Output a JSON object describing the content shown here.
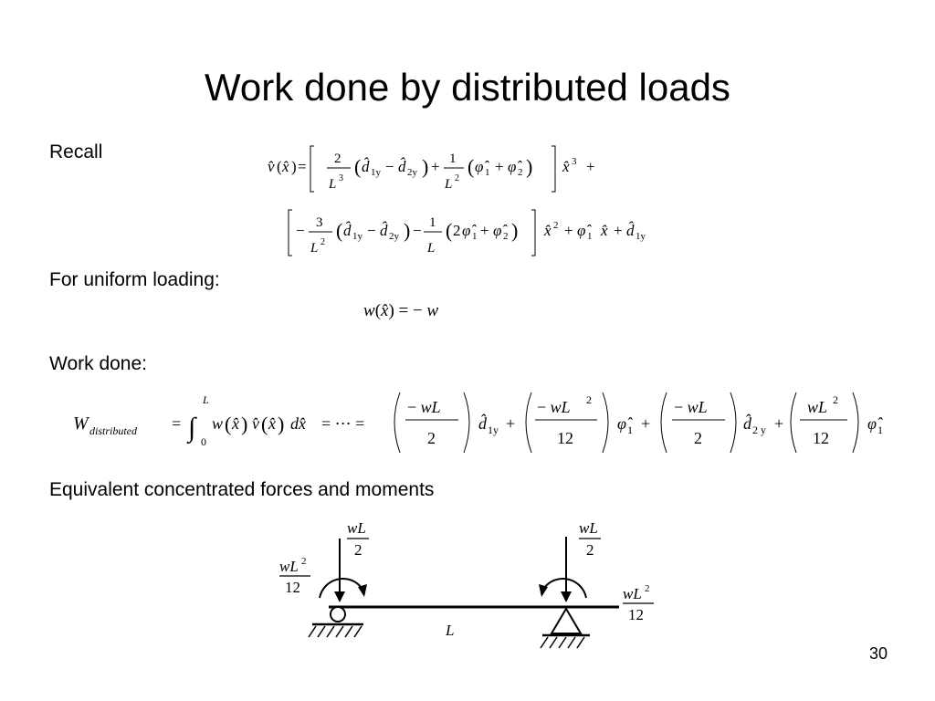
{
  "slide": {
    "title": "Work done by distributed loads",
    "page_number": "30"
  },
  "sections": {
    "recall_label": "Recall",
    "uniform_label": "For uniform loading:",
    "work_label": "Work done:",
    "equivalent_label": "Equivalent concentrated forces and moments"
  },
  "equations": {
    "displacement_line1": "v̂(x̂) = [ 2/L³ (d̂1y − d̂2y) + 1/L² (φ̂1 + φ̂2) ] x̂³ +",
    "displacement_line2": "[ −3/L² (d̂1y − d̂2y) − 1/L (2φ̂1 + φ̂2) ] x̂² + φ̂1 x̂ + d̂1y",
    "uniform_load": "w(x̂) = − w",
    "work_done": "W_distributed = ∫0^L w(x̂) v̂(x̂) dx̂ = ⋯ = (−wL/2) d̂1y + (−wL²/12) φ̂1 + (−wL/2) d̂2y + (wL²/12) φ̂1"
  },
  "diagram": {
    "left_force": {
      "num": "wL",
      "den": "2"
    },
    "right_force": {
      "num": "wL",
      "den": "2"
    },
    "left_moment": {
      "num": "wL",
      "sup": "2",
      "den": "12"
    },
    "right_moment": {
      "num": "wL",
      "sup": "2",
      "den": "12"
    },
    "span_label": "L"
  }
}
